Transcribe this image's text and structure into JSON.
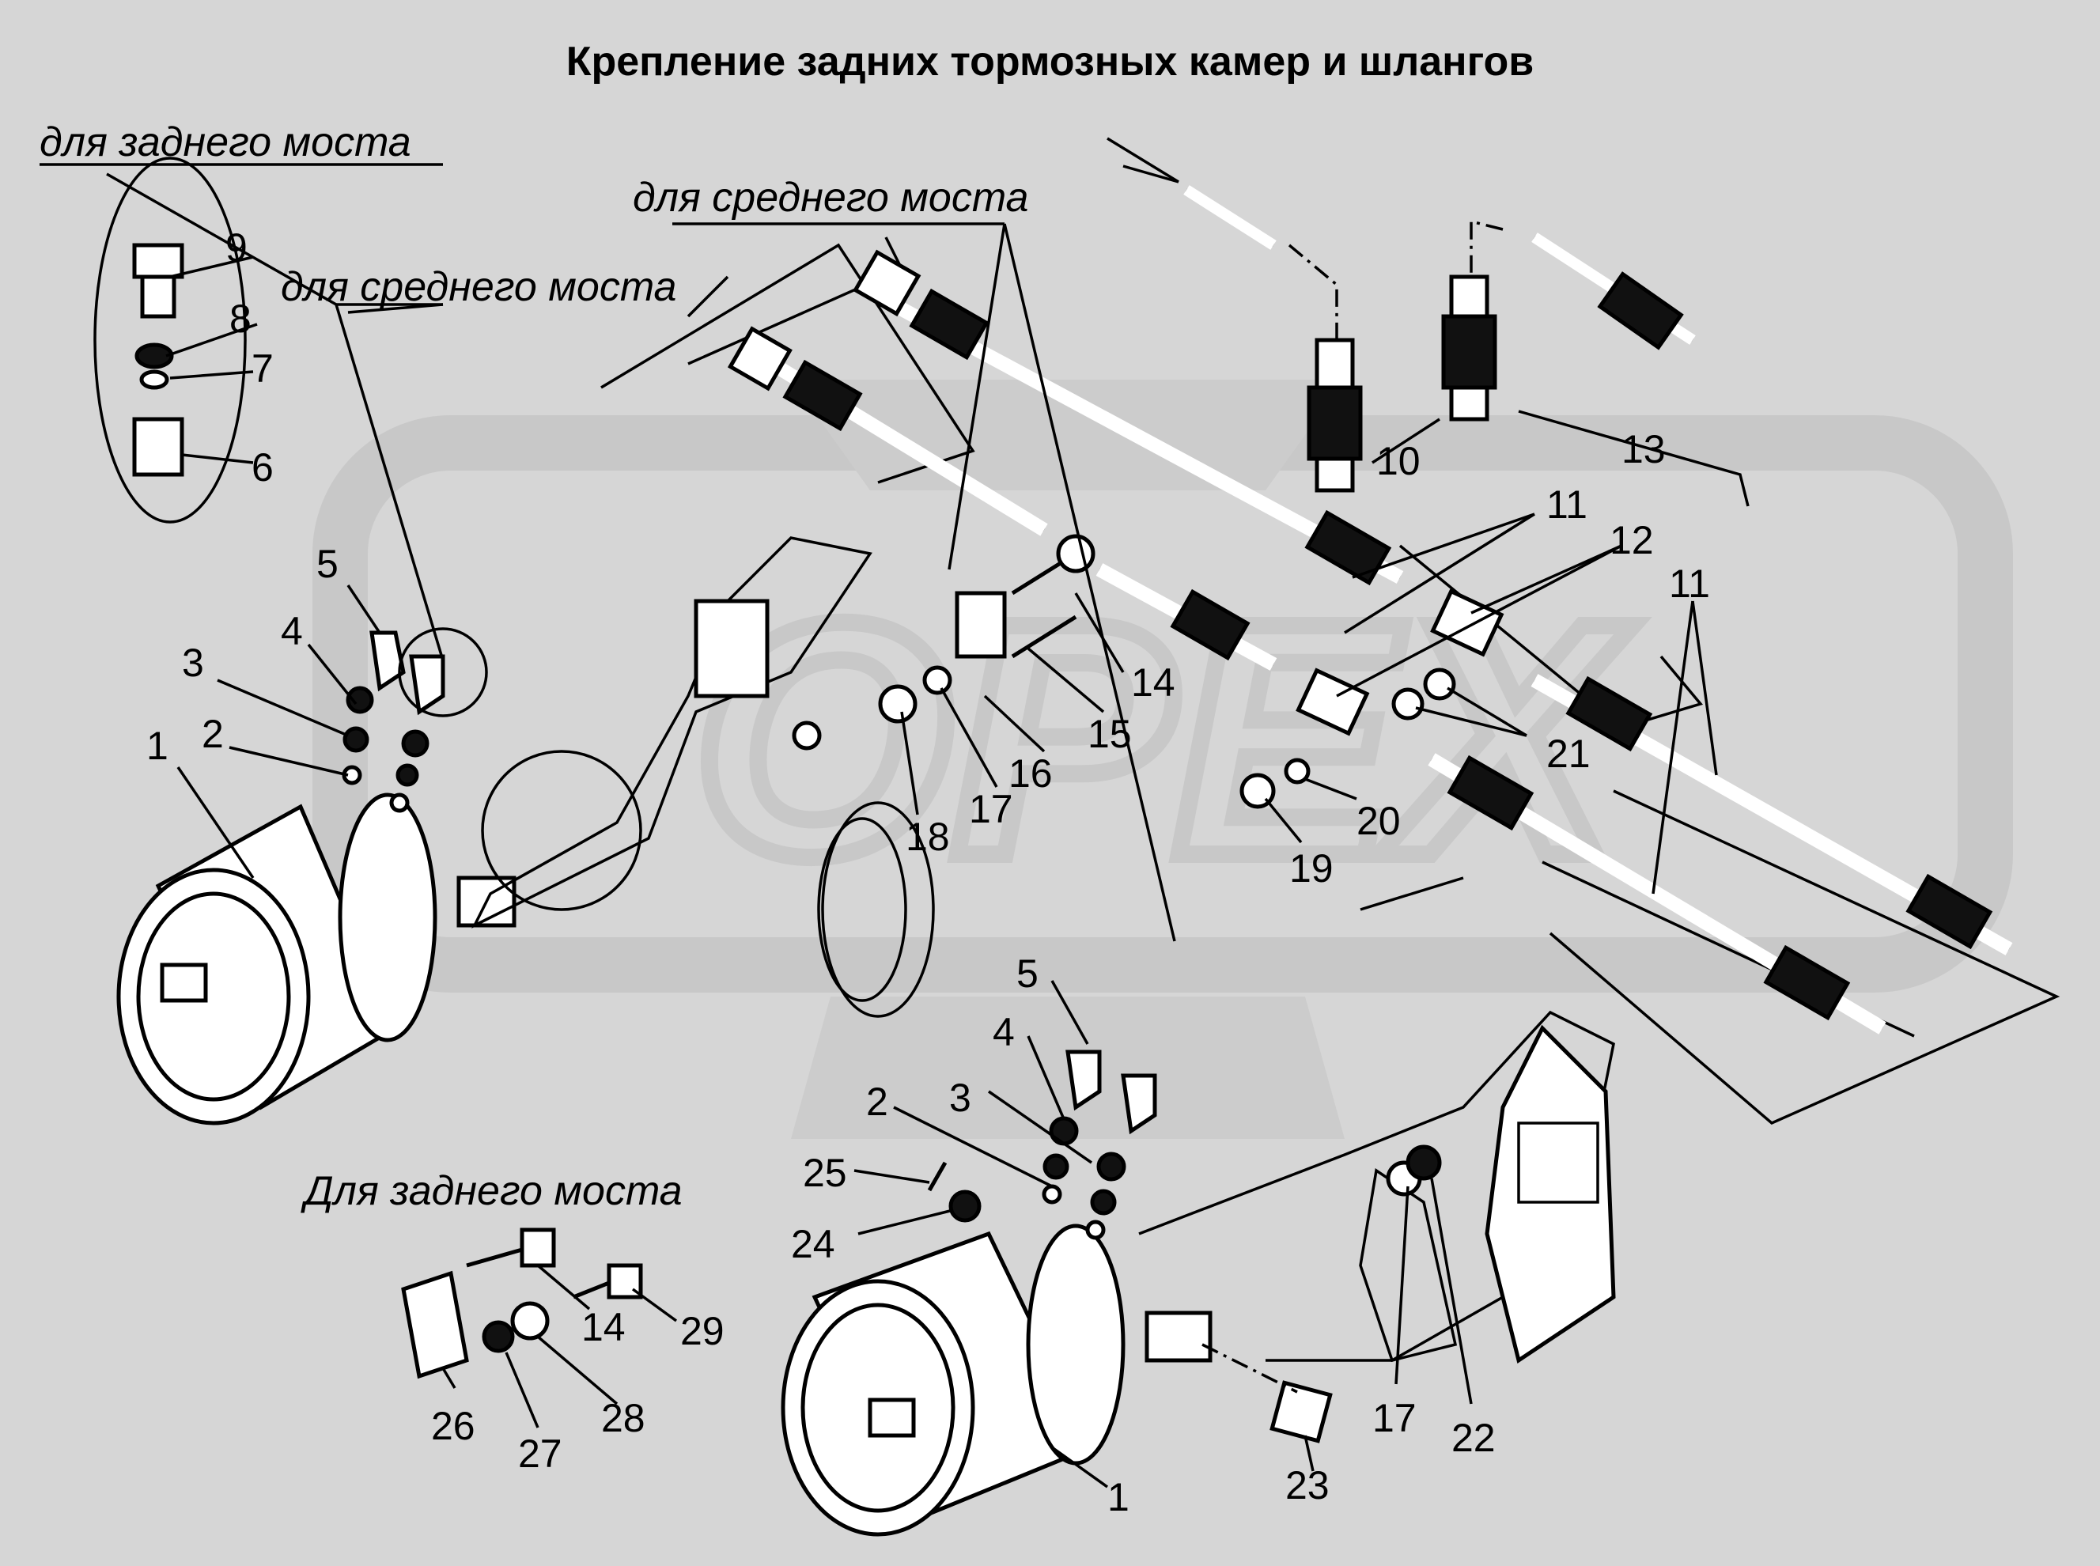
{
  "title": "Крепление задних тормозных камер и шлангов",
  "notes": {
    "rear_axle_top": "для заднего моста",
    "middle_axle_a": "для среднего моста",
    "middle_axle_b": "для среднего моста",
    "rear_axle_bottom": "Для заднего моста"
  },
  "callouts": {
    "c1a": "1",
    "c2a": "2",
    "c3a": "3",
    "c4a": "4",
    "c5a": "5",
    "c6": "6",
    "c7": "7",
    "c8": "8",
    "c9": "9",
    "c10": "10",
    "c11a": "11",
    "c11b": "11",
    "c12": "12",
    "c13": "13",
    "c14a": "14",
    "c15": "15",
    "c16": "16",
    "c17a": "17",
    "c18": "18",
    "c19": "19",
    "c20": "20",
    "c21": "21",
    "c5b": "5",
    "c4b": "4",
    "c3b": "3",
    "c2b": "2",
    "c1b": "1",
    "c25": "25",
    "c24": "24",
    "c23": "23",
    "c17b": "17",
    "c22": "22",
    "c14b": "14",
    "c29": "29",
    "c26": "26",
    "c27": "27",
    "c28": "28"
  },
  "watermark": {
    "color": "#c8c8c8"
  }
}
